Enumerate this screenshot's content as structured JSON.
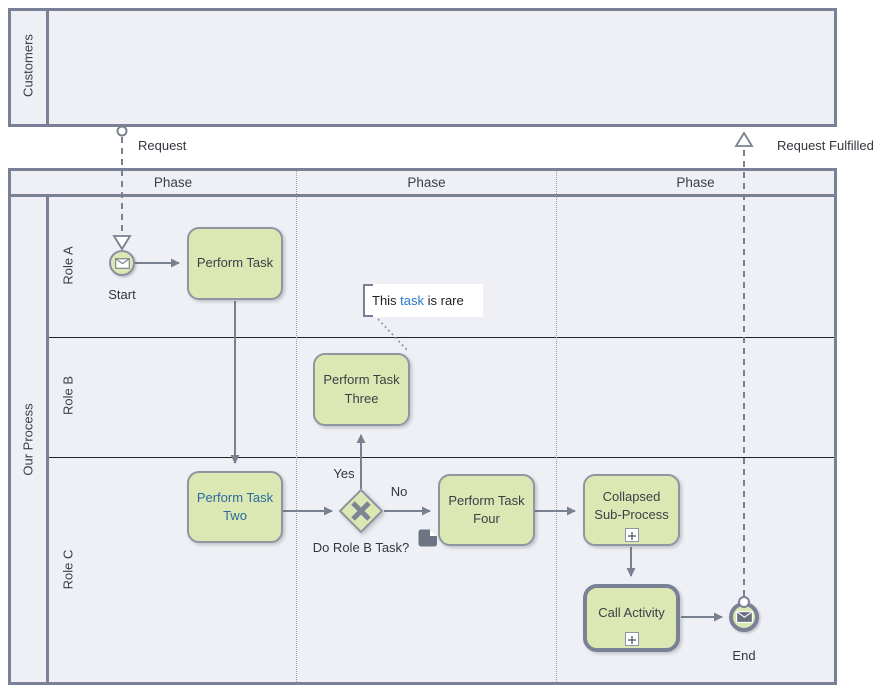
{
  "pools": {
    "customers": {
      "label": "Customers"
    },
    "process": {
      "label": "Our Process"
    }
  },
  "phases": {
    "p1": "Phase",
    "p2": "Phase",
    "p3": "Phase"
  },
  "lanes": {
    "a": "Role A",
    "b": "Role B",
    "c": "Role C"
  },
  "nodes": {
    "start_event": {
      "label": "Start",
      "icon": "message-envelope-icon"
    },
    "task_one": {
      "label": "Perform Task"
    },
    "task_two": {
      "label": "Perform Task Two"
    },
    "task_three": {
      "label": "Perform Task Three"
    },
    "task_four": {
      "label": "Perform Task Four"
    },
    "gateway": {
      "label": "Do Role B Task?",
      "yes_label": "Yes",
      "no_label": "No",
      "type": "exclusive-x"
    },
    "subprocess": {
      "label": "Collapsed Sub-Process",
      "marker": "plus"
    },
    "call_activity": {
      "label": "Call Activity",
      "marker": "plus"
    },
    "end_event": {
      "label": "End",
      "icon": "message-envelope-filled-icon"
    }
  },
  "flows": {
    "request": {
      "label": "Request"
    },
    "request_fulfilled": {
      "label": "Request Fulfilled"
    }
  },
  "annotation": {
    "prefix": "This ",
    "link": "task",
    "suffix": " is rare"
  },
  "colors": {
    "pool_fill": "#eef0f5",
    "border_gray": "#7a8096",
    "node_green": "#dbe8b4",
    "node_border": "#8e96a2",
    "arrow_gray": "#79808f",
    "task_two_text": "#2c6a9e",
    "annotation_link": "#2979c8"
  }
}
